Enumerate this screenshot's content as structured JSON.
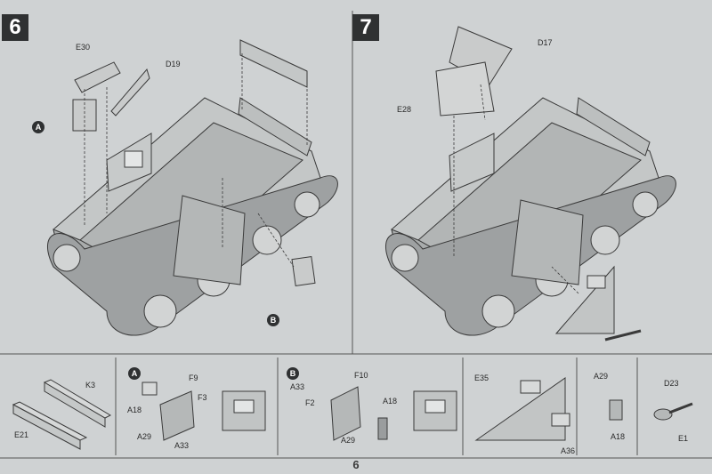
{
  "steps": {
    "step6": "6",
    "step7": "7"
  },
  "panel6": {
    "labels": {
      "e30": "E30",
      "d19": "D19"
    },
    "callouts": {
      "a": "A",
      "b": "B"
    }
  },
  "panel7": {
    "labels": {
      "d17": "D17",
      "e28": "E28"
    }
  },
  "subpanels": {
    "rails": {
      "k3": "K3",
      "e21": "E21"
    },
    "subA": {
      "badge": "A",
      "f9": "F9",
      "f3": "F3",
      "a18": "A18",
      "a29": "A29",
      "a33": "A33"
    },
    "subB": {
      "badge": "B",
      "f10": "F10",
      "a33": "A33",
      "f2": "F2",
      "a18": "A18",
      "a29": "A29"
    },
    "plate": {
      "e35": "E35",
      "a36": "A36"
    },
    "bracket": {
      "a29": "A29",
      "a18": "A18"
    },
    "tow": {
      "d23": "D23",
      "e1": "E1"
    }
  },
  "footer": {
    "page": "6"
  },
  "colors": {
    "background": "#cfd2d3",
    "line": "#3a3a3a",
    "part": "#b9bcbc",
    "partDark": "#8c9091"
  }
}
